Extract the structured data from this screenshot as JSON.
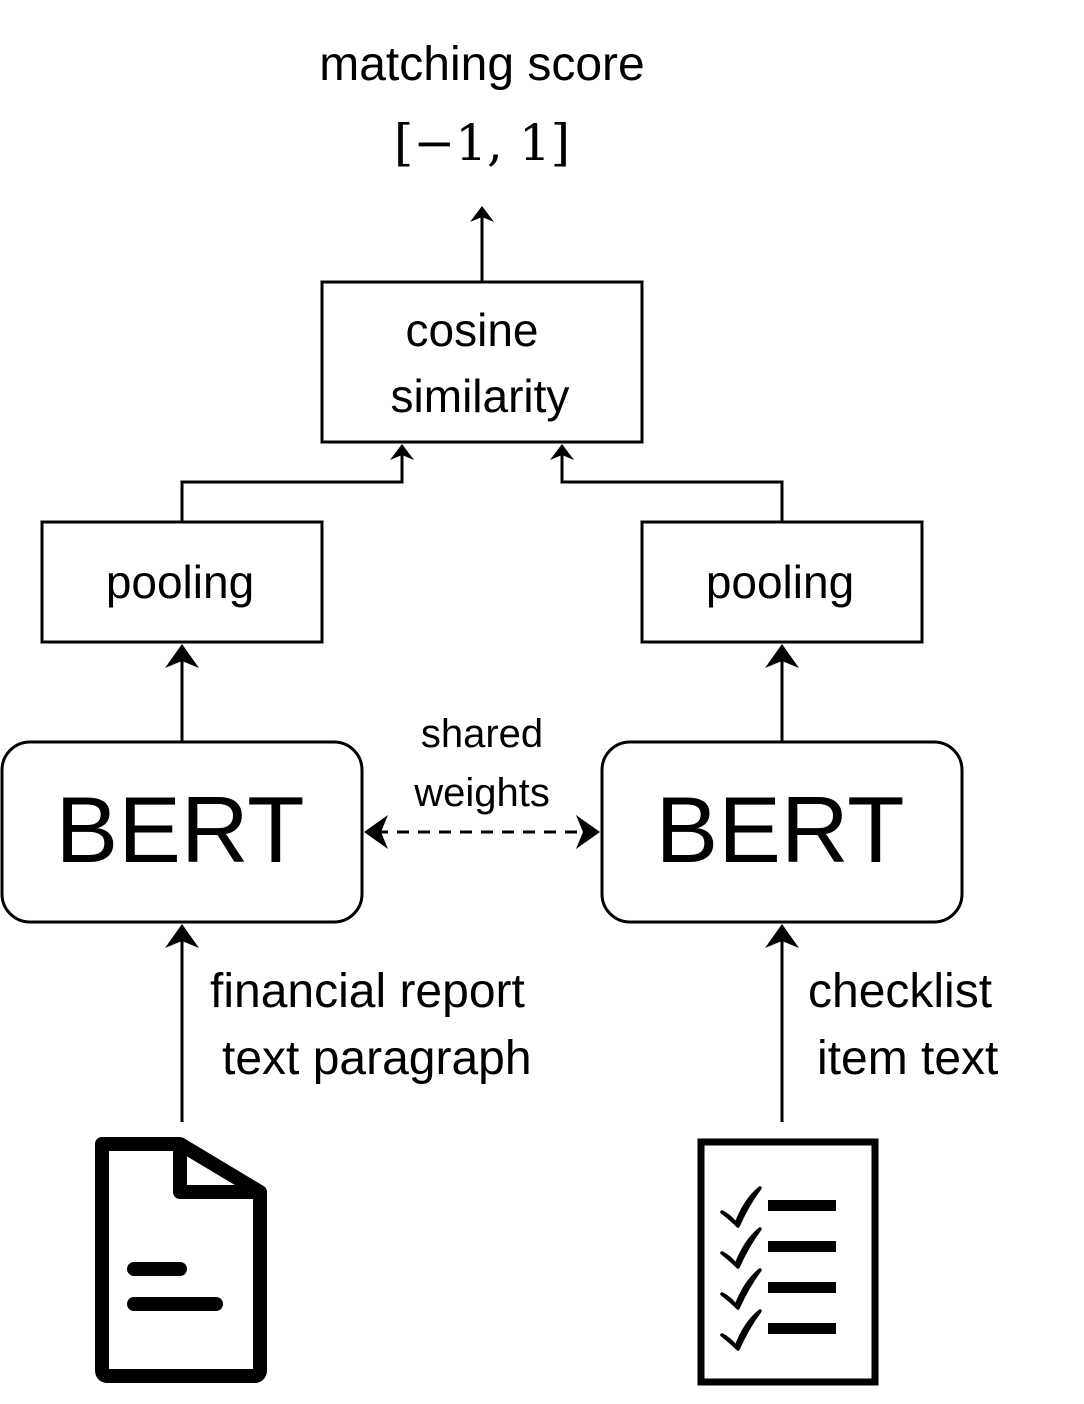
{
  "output": {
    "label": "matching score",
    "range": "[−1,  1]"
  },
  "cosine_box": {
    "line1": "cosine",
    "line2": "similarity"
  },
  "pooling_left": {
    "label": "pooling"
  },
  "pooling_right": {
    "label": "pooling"
  },
  "bert_left": {
    "label": "BERT"
  },
  "bert_right": {
    "label": "BERT"
  },
  "shared": {
    "line1": "shared",
    "line2": "weights"
  },
  "input_left": {
    "line1": "financial report",
    "line2": "text paragraph",
    "icon": "document-icon"
  },
  "input_right": {
    "line1": "checklist",
    "line2": "item text",
    "icon": "checklist-icon"
  },
  "colors": {
    "stroke": "#000000",
    "background": "#ffffff"
  }
}
